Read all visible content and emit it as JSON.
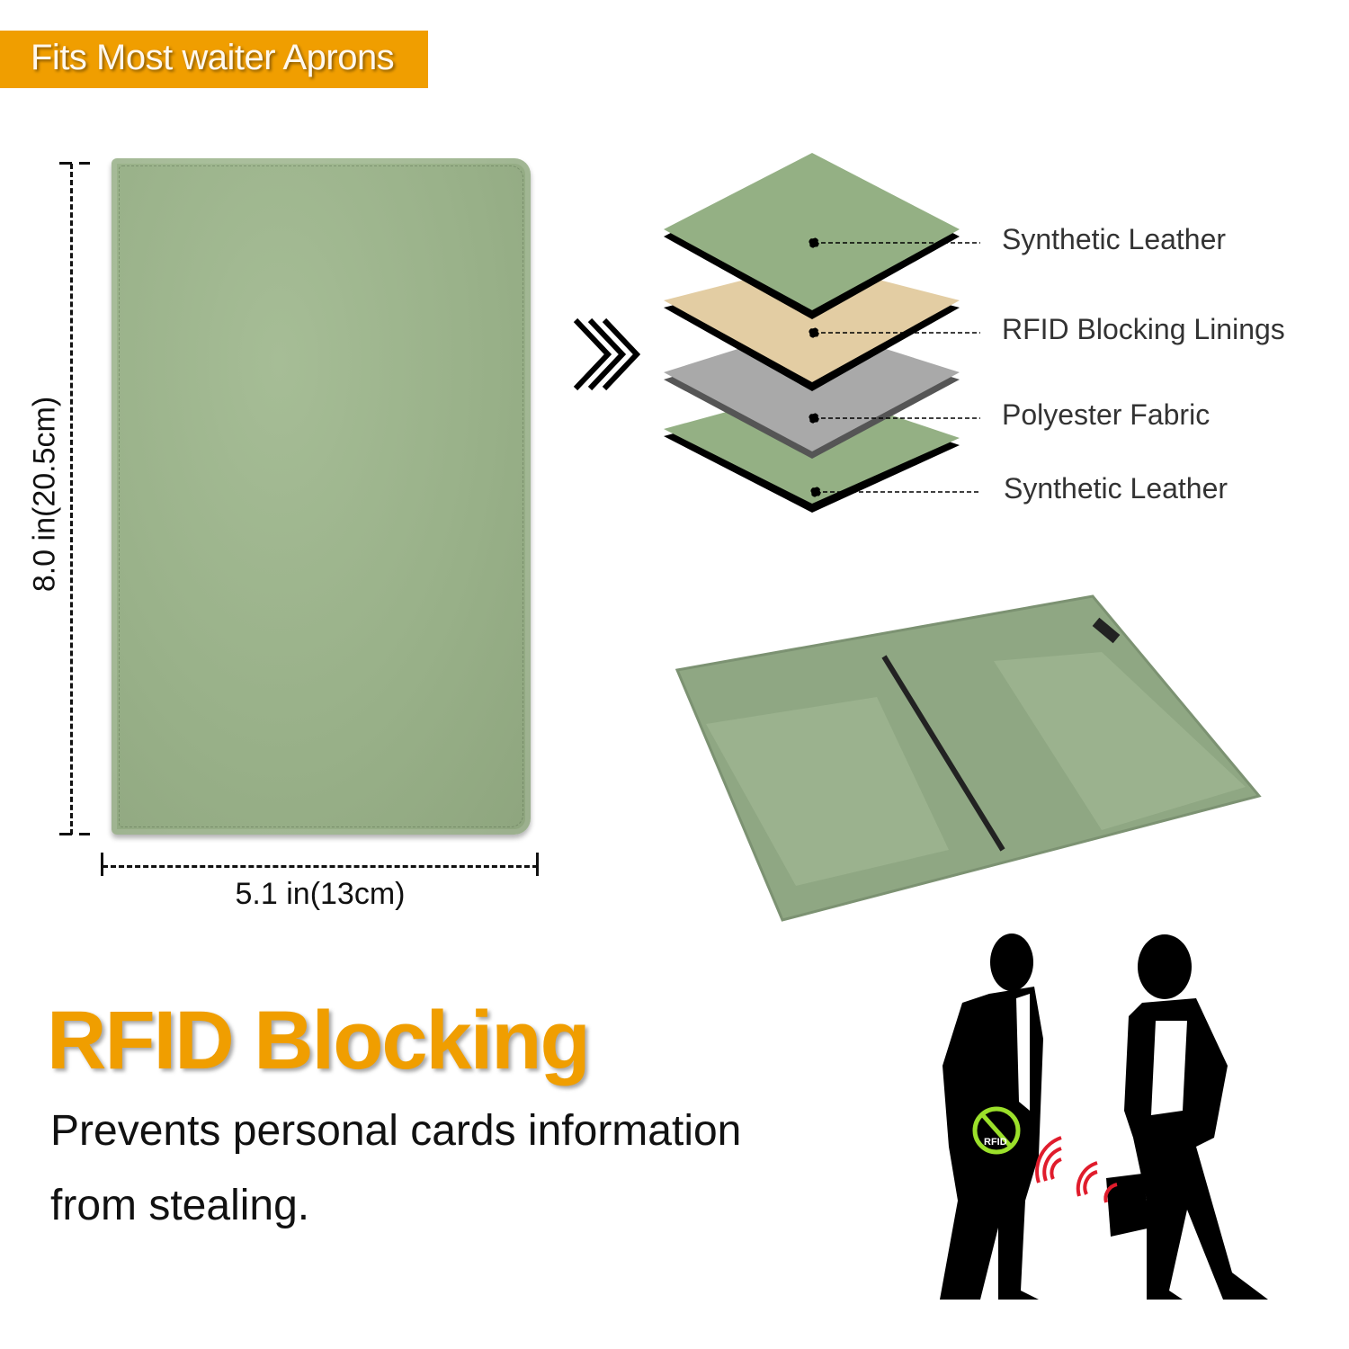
{
  "banner": {
    "text": "Fits Most waiter Aprons",
    "color": "#f09e00"
  },
  "dimensions": {
    "height": "8.0 in(20.5cm)",
    "width": "5.1 in(13cm)"
  },
  "layers": [
    {
      "label": "Synthetic Leather",
      "color": "#94b084"
    },
    {
      "label": "RFID Blocking Linings",
      "color": "#e3cda3"
    },
    {
      "label": "Polyester Fabric",
      "color": "#a9a9a9"
    },
    {
      "label": "Synthetic Leather",
      "color": "#94b084"
    }
  ],
  "rfid": {
    "title": "RFID Blocking",
    "description_line1": "Prevents personal cards information",
    "description_line2": "from stealing.",
    "badge_text": "RFID"
  }
}
